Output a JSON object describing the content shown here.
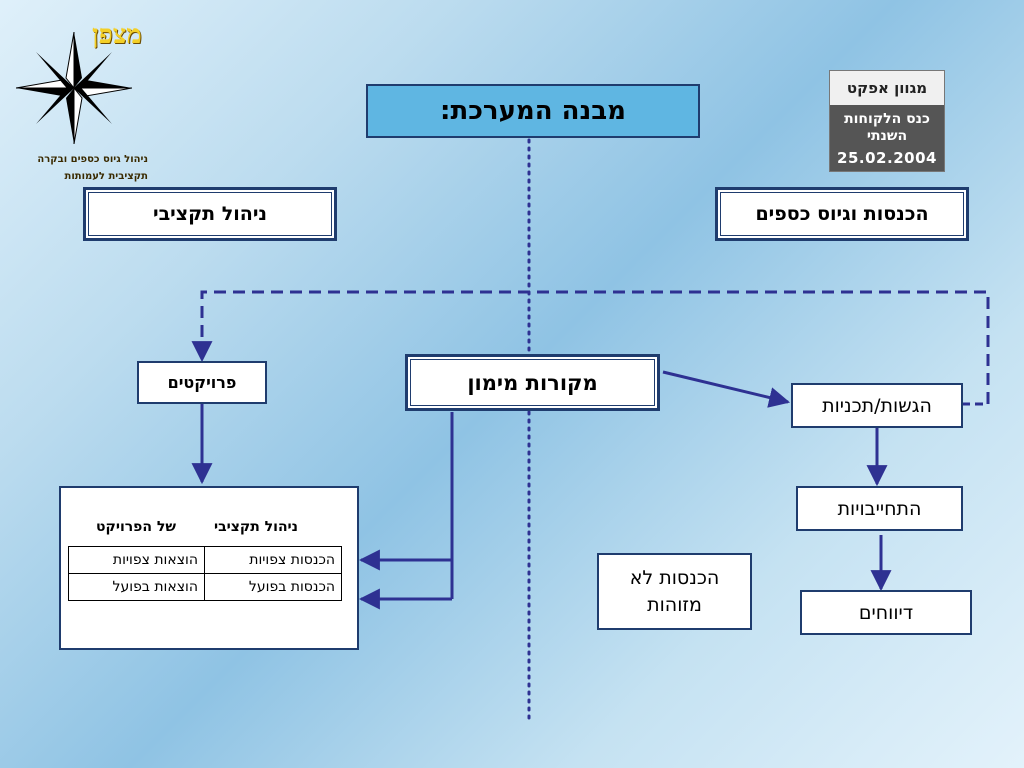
{
  "logo": {
    "title": "מצפן",
    "subtitle_line1": "ניהול גיוס כספים ובקרה",
    "subtitle_line2": "תקציבית לעמותות"
  },
  "badge": {
    "brand": "מגוון אפקט",
    "event_line1": "כנס הלקוחות",
    "event_line2": "השנתי",
    "date": "25.02.2004"
  },
  "diagram": {
    "title": "מבנה המערכת:",
    "left_header": "ניהול תקציבי",
    "right_header": "הכנסות וגיוס כספים",
    "center_node": "מקורות מימון",
    "projects": "פרויקטים",
    "submissions": "הגשות/תכניות",
    "commitments": "התחייבויות",
    "reports": "דיווחים",
    "unidentified_line1": "הכנסות לא",
    "unidentified_line2": "מזוהות"
  },
  "budget_table": {
    "header_right": "ניהול תקציבי",
    "header_left": "של הפרויקט",
    "rows": [
      [
        "הכנסות צפויות",
        "הוצאות צפויות"
      ],
      [
        "הכנסות בפועל",
        "הוצאות בפועל"
      ]
    ]
  },
  "colors": {
    "line": "#2e3192",
    "dash": "#2e3192",
    "box_border": "#1f3c6e",
    "title_fill": "#5fb6e2",
    "logo_gold": "#f3cf27"
  }
}
